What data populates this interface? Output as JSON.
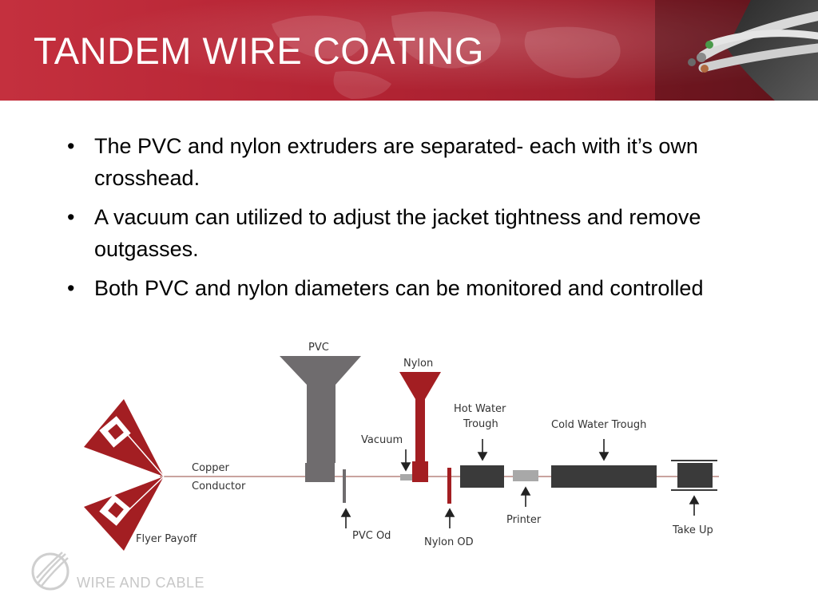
{
  "slide": {
    "title": "TANDEM WIRE COATING",
    "bullets": [
      "The PVC and nylon extruders are separated- each with it’s own crosshead.",
      "A vacuum can utilized to adjust the jacket tightness and remove outgasses.",
      "Both PVC and nylon diameters can be monitored and controlled"
    ],
    "bullet_glyph": "•"
  },
  "diagram": {
    "labels": {
      "pvc": "PVC",
      "nylon": "Nylon",
      "hot_water_line1": "Hot Water",
      "hot_water_line2": "Trough",
      "cold_water": "Cold Water Trough",
      "vacuum": "Vacuum",
      "copper_line1": "Copper",
      "copper_line2": "Conductor",
      "flyer_payoff": "Flyer Payoff",
      "pvc_od": "PVC Od",
      "nylon_od": "Nylon OD",
      "printer": "Printer",
      "take_up": "Take Up"
    },
    "colors": {
      "accent_red": "#a31e22",
      "dark_gray": "#3a3a3a",
      "mid_gray": "#6f6c6e",
      "light_gray": "#a8a8a8",
      "wire": "#c9a39f"
    }
  },
  "footer": {
    "logo_text": "WIRE AND CABLE"
  }
}
